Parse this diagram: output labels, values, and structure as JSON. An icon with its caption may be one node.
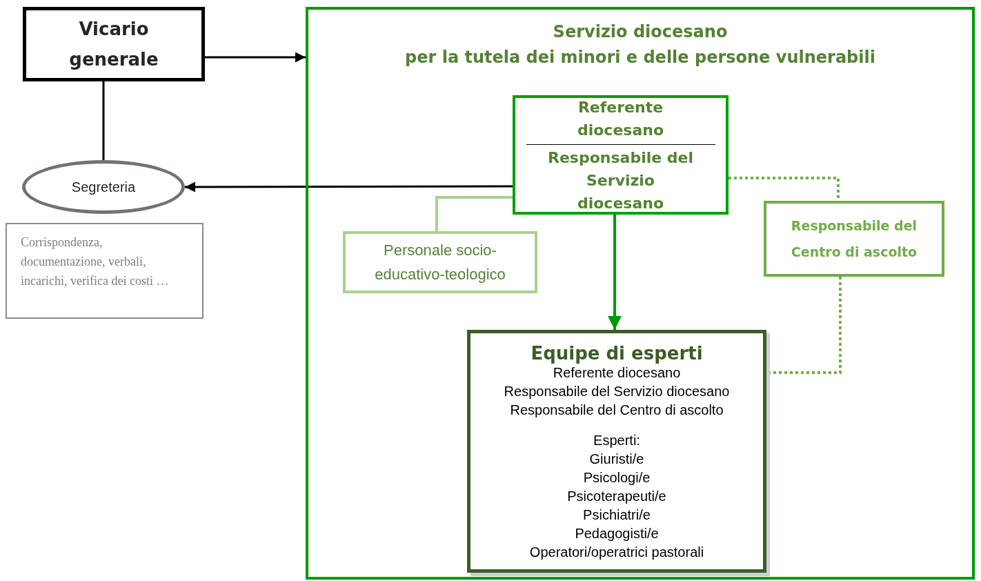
{
  "diagram": {
    "nodes": [
      {
        "text": [
          "Vicario generale"
        ]
      },
      {
        "text": [
          "Servizio diocesano",
          "per la tutela dei minori e delle persone vulnerabili"
        ]
      },
      {
        "text": [
          "Segreteria"
        ]
      },
      {
        "text": [
          "Corrispondenza, documentazione, verbali, incarichi, verifica dei costi …"
        ]
      },
      {
        "text": [
          "Referente diocesano",
          "Responsabile del Servizio diocesano"
        ],
        "in": 1
      },
      {
        "text": [
          "Personale socio-educativo-teologico"
        ],
        "in": 1
      },
      {
        "text": [
          "Responsabile del Centro di ascolto"
        ],
        "in": 1
      },
      {
        "text": [
          "Equipe di esperti",
          "Referente diocesano",
          "Responsabile del Servizio diocesano",
          "Responsabile del Centro di ascolto",
          "Esperti:",
          "Giuristi/e",
          "Psicologi/e",
          "Psicoterapeuti/e",
          "Psichiatri/e",
          "Pedagogisti/e",
          "Operatori/operatrici pastorali"
        ],
        "in": 1
      }
    ],
    "edges": [
      {
        "from": 0,
        "to": 1,
        "arrow": "to"
      },
      {
        "from": 0,
        "to": 2,
        "arrow": "none"
      },
      {
        "from": 4,
        "to": 2,
        "arrow": "to"
      },
      {
        "from": 4,
        "to": 5,
        "arrow": "none",
        "color": "#a9d18e"
      },
      {
        "from": 4,
        "to": 7,
        "arrow": "to",
        "color": "#009900"
      },
      {
        "from": 4,
        "to": 6,
        "arrow": "none",
        "style": "dashed",
        "color": "#70ad47"
      },
      {
        "from": 6,
        "to": 7,
        "arrow": "none",
        "style": "dashed",
        "color": "#70ad47"
      }
    ]
  }
}
